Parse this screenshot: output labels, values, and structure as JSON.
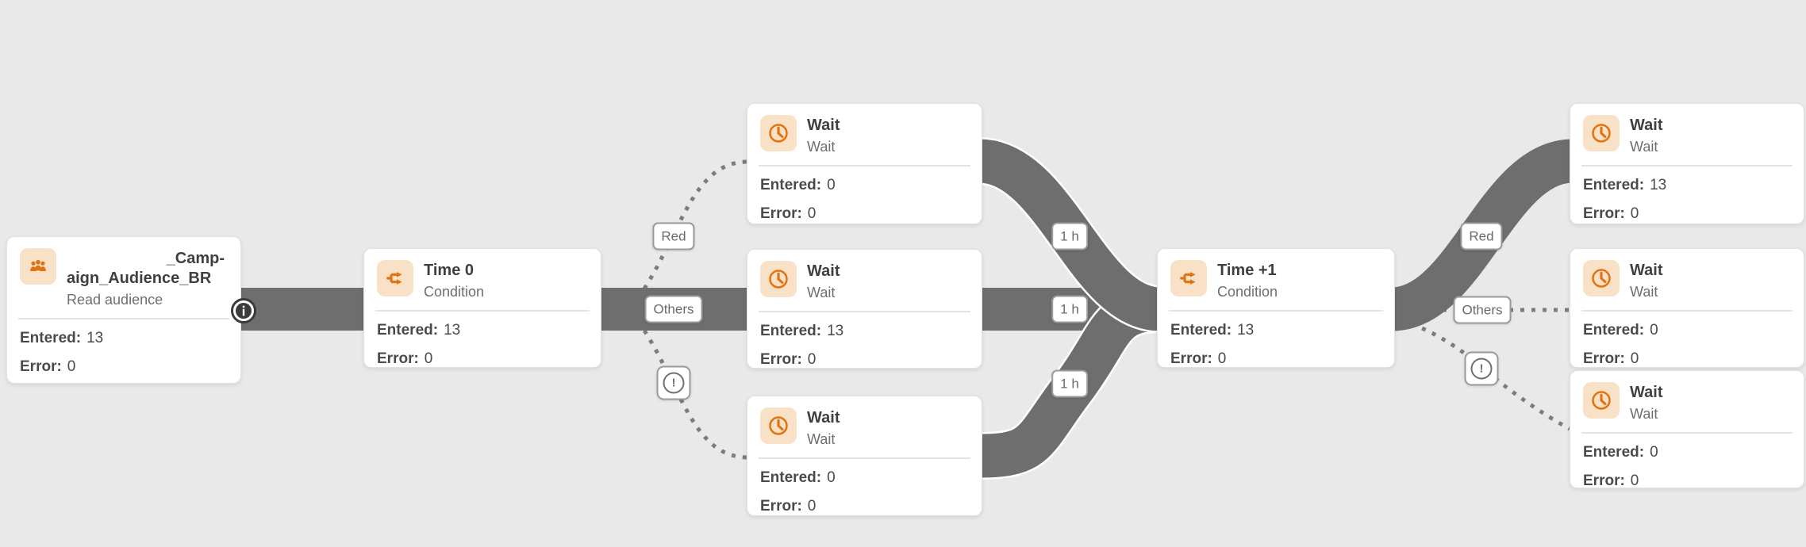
{
  "canvas": {
    "background_color": "#e9e9e9",
    "band_color": "#6e6e6e",
    "dotted_color": "#7c7c7c",
    "card_background": "#ffffff",
    "icon_tile_background": "#f9e1c7",
    "icon_orange": "#e1720f",
    "title_color": "#3f3f3f",
    "subtitle_color": "#6e6e6e"
  },
  "labels": {
    "red": "Red",
    "others": "Others",
    "exclamation": "!",
    "one_hour": "1 h",
    "entered": "Entered:",
    "error": "Error:"
  },
  "nodes": [
    {
      "title_line1": "_Camp-",
      "title_line2": "aign_Audience_BR",
      "subtitle": "Read audience",
      "icon": "audience-icon",
      "entered": "13",
      "error": "0"
    },
    {
      "title": "Time 0",
      "subtitle": "Condition",
      "icon": "condition-icon",
      "entered": "13",
      "error": "0"
    },
    {
      "title": "Wait",
      "subtitle": "Wait",
      "icon": "clock-icon",
      "entered": "0",
      "error": "0"
    },
    {
      "title": "Wait",
      "subtitle": "Wait",
      "icon": "clock-icon",
      "entered": "13",
      "error": "0"
    },
    {
      "title": "Wait",
      "subtitle": "Wait",
      "icon": "clock-icon",
      "entered": "0",
      "error": "0"
    },
    {
      "title": "Time +1",
      "subtitle": "Condition",
      "icon": "condition-icon",
      "entered": "13",
      "error": "0"
    },
    {
      "title": "Wait",
      "subtitle": "Wait",
      "icon": "clock-icon",
      "entered": "13",
      "error": "0"
    },
    {
      "title": "Wait",
      "subtitle": "Wait",
      "icon": "clock-icon",
      "entered": "0",
      "error": "0"
    },
    {
      "title": "Wait",
      "subtitle": "Wait",
      "icon": "clock-icon",
      "entered": "0",
      "error": "0"
    }
  ]
}
